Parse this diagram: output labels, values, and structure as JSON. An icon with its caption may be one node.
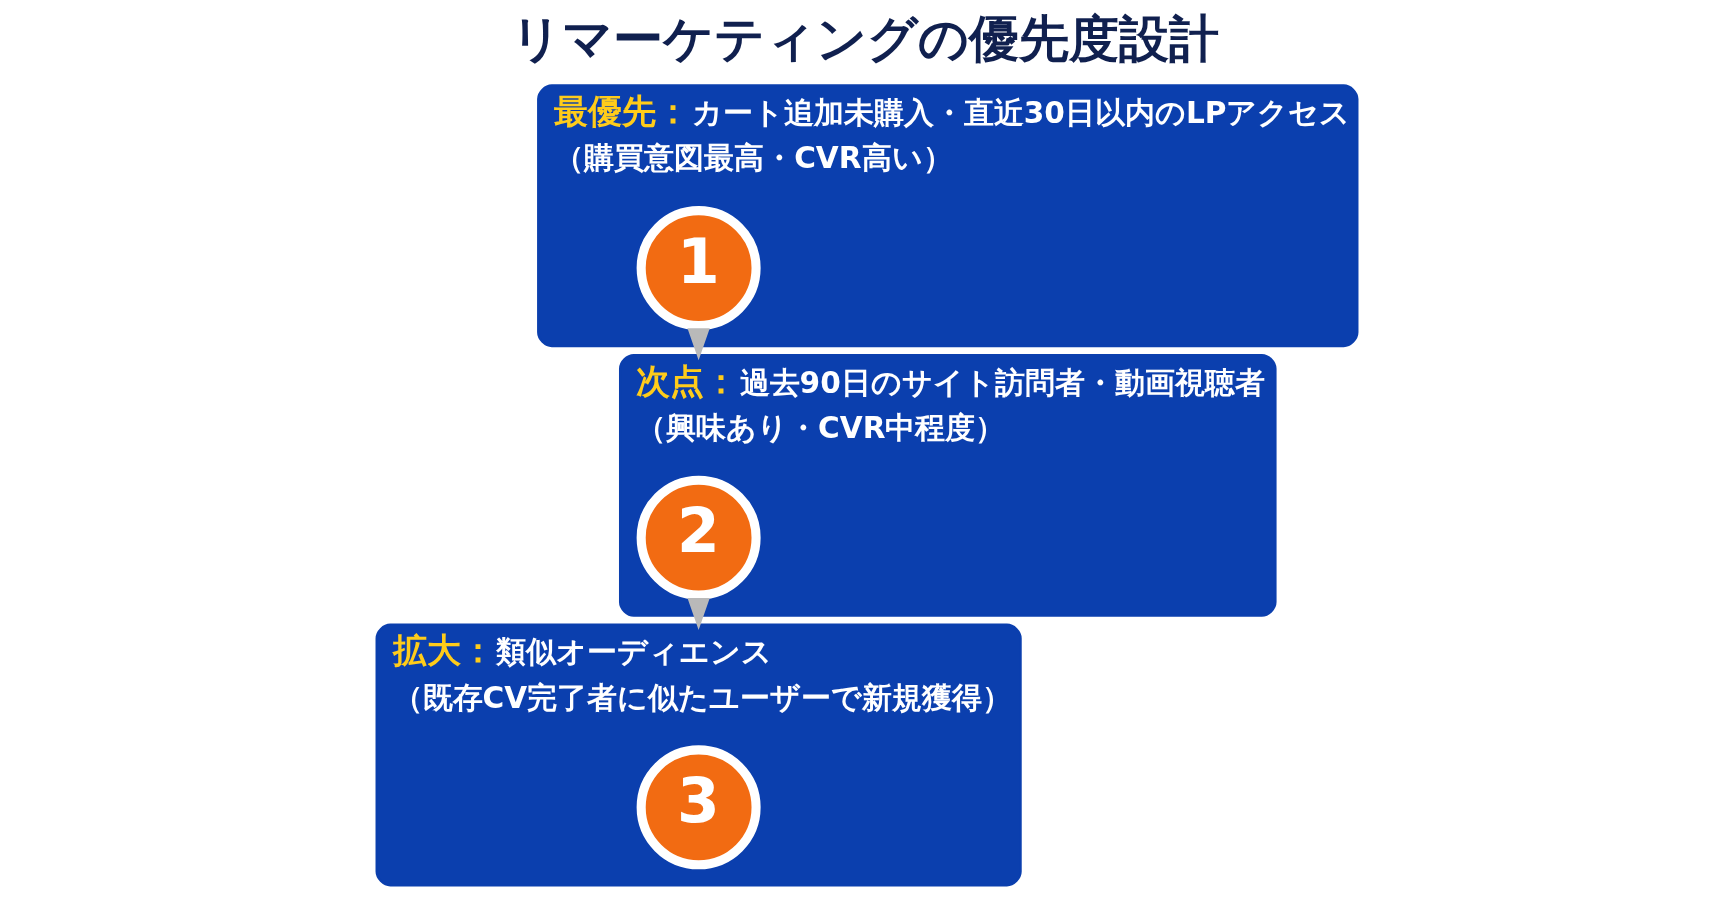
{
  "diagram": {
    "title": "リマーケティングの優先度設計",
    "nodes": [
      {
        "text": [
          "最優先：",
          "カート追加未購入・直近30日以内のLPアクセス",
          "（購買意図最高・CVR高い）"
        ]
      },
      {
        "text": [
          "1"
        ],
        "in": 0
      },
      {
        "text": [
          "次点：",
          "過去90日のサイト訪問者・動画視聴者",
          "（興味あり・CVR中程度）"
        ]
      },
      {
        "text": [
          "2"
        ],
        "in": 2
      },
      {
        "text": [
          "拡大：",
          "類似オーディエンス",
          "（既存CV完了者に似たユーザーで新規獲得）"
        ]
      },
      {
        "text": [
          "3"
        ],
        "in": 4
      }
    ],
    "edges": [
      {
        "from": 0,
        "to": 2,
        "arrow": "to"
      },
      {
        "from": 2,
        "to": 4,
        "arrow": "to"
      }
    ]
  }
}
